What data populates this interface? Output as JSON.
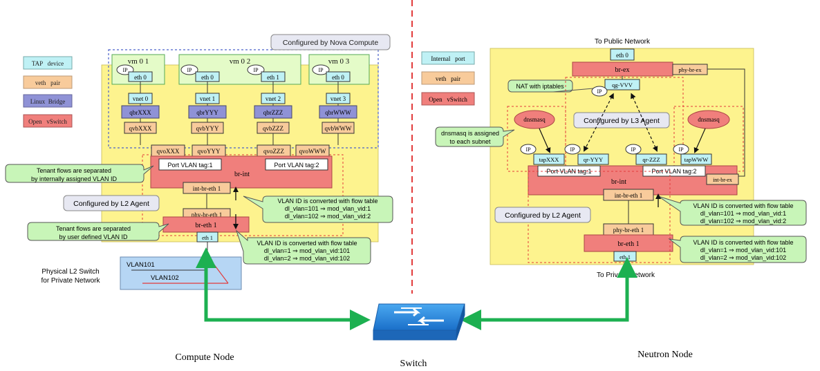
{
  "colors": {
    "yellow_panel": "#fdf38e",
    "green_box": "#e4fbc8",
    "tap_blue": "#bff1f5",
    "veth_orange": "#f8cb9b",
    "bridge_purple": "#8f92d6",
    "ovs_red": "#f07f7c",
    "green_arrow": "#1db051",
    "dashed_red": "#e23b3b",
    "dashed_blue": "#4a60c9",
    "callout_green": "#c8f5b8",
    "callout_gray": "#e7e8f2",
    "physical_blue": "#b6d6f4"
  },
  "legend_compute": [
    {
      "label": "TAP   device",
      "color": "#bff1f5"
    },
    {
      "label": "veth   pair",
      "color": "#f8cb9b"
    },
    {
      "label": "Linux  Bridge",
      "color": "#8f92d6"
    },
    {
      "label": "Open   vSwitch",
      "color": "#f07f7c"
    }
  ],
  "legend_network": [
    {
      "label": "Internal   port",
      "color": "#bff1f5"
    },
    {
      "label": "veth   pair",
      "color": "#f8cb9b"
    },
    {
      "label": "Open   vSwitch",
      "color": "#f07f7c"
    }
  ],
  "compute": {
    "nova_label": "Configured by Nova Compute",
    "vms": [
      {
        "name": "vm 0 1",
        "ip": "IP",
        "eths": [
          "eth 0"
        ]
      },
      {
        "name": "vm 0 2",
        "ip": "IP",
        "eths": [
          "eth 0",
          "eth 1"
        ]
      },
      {
        "name": "vm 0 3",
        "ip": "IP",
        "eths": [
          "eth 0"
        ]
      }
    ],
    "vnets": [
      "vnet 0",
      "vnet 1",
      "vnet 2",
      "vnet 3"
    ],
    "qbrs": [
      "qbrXXX",
      "qbrYYY",
      "qbrZZZ",
      "qbrWWW"
    ],
    "qvbs": [
      "qvbXXX",
      "qvbYYY",
      "qvbZZZ",
      "qvbWWW"
    ],
    "qvos": [
      "qvoXXX",
      "qvoYYY",
      "qvoZZZ",
      "qvoWWW"
    ],
    "port_tag_1": "Port VLAN tag:1",
    "port_tag_2": "Port VLAN tag:2",
    "br_int": "br-int",
    "int_br_eth": "int-br-eth 1",
    "phy_br_eth": "phy-br-eth 1",
    "br_eth": "br-eth 1",
    "eth": "eth 1",
    "l2_agent": "Configured by L2 Agent",
    "tenant_internal": [
      "Tenant flows are separated",
      "by internally assigned VLAN ID"
    ],
    "tenant_user": [
      "Tenant flows are separated",
      "by user defined VLAN ID"
    ],
    "flow_upper": [
      "VLAN ID is converted with flow table",
      "dl_vlan=101 ⇒ mod_vlan_vid:1",
      "dl_vlan=102 ⇒ mod_vlan_vid:2"
    ],
    "flow_lower": [
      "VLAN ID is converted with flow table",
      "dl_vlan=1 ⇒ mod_vlan_vid:101",
      "dl_vlan=2 ⇒ mod_vlan_vid:102"
    ],
    "physical_switch_label": [
      "Physical L2 Switch",
      "for Private Network"
    ],
    "vlan101": "VLAN101",
    "vlan102": "VLAN102"
  },
  "network": {
    "to_public": "To Public Network",
    "to_private": "To Private Network",
    "eth0": "eth 0",
    "br_ex": "br-ex",
    "phy_br_ex": "phy-br-ex",
    "int_br_ex": "int-br-ex",
    "nat": "NAT with iptables",
    "qg": "qg-VVV",
    "ip": "IP",
    "l3_agent": "Configured by L3 Agent",
    "dnsmasq": "dnsmasq",
    "dnsmasq_note": [
      "dnsmasq is assigned",
      "to each subnet"
    ],
    "ports": [
      "tapXXX",
      "qr-YYY",
      "qr-ZZZ",
      "tapWWW"
    ],
    "port_tag_1": "Port VLAN tag:1",
    "port_tag_2": "Port VLAN tag:2",
    "br_int": "br-int",
    "int_br_eth": "int-br-eth 1",
    "phy_br_eth": "phy-br-eth 1",
    "br_eth": "br-eth 1",
    "eth": "eth 1",
    "l2_agent": "Configured by L2 Agent",
    "flow_upper": [
      "VLAN ID is converted with flow table",
      "dl_vlan=101 ⇒ mod_vlan_vid:1",
      "dl_vlan=102 ⇒ mod_vlan_vid:2"
    ],
    "flow_lower": [
      "VLAN ID is converted with flow table",
      "dl_vlan=1 ⇒ mod_vlan_vid:101",
      "dl_vlan=2 ⇒ mod_vlan_vid:102"
    ]
  },
  "footer": {
    "compute_node": "Compute Node",
    "switch": "Switch",
    "neutron_node": "Neutron Node"
  }
}
